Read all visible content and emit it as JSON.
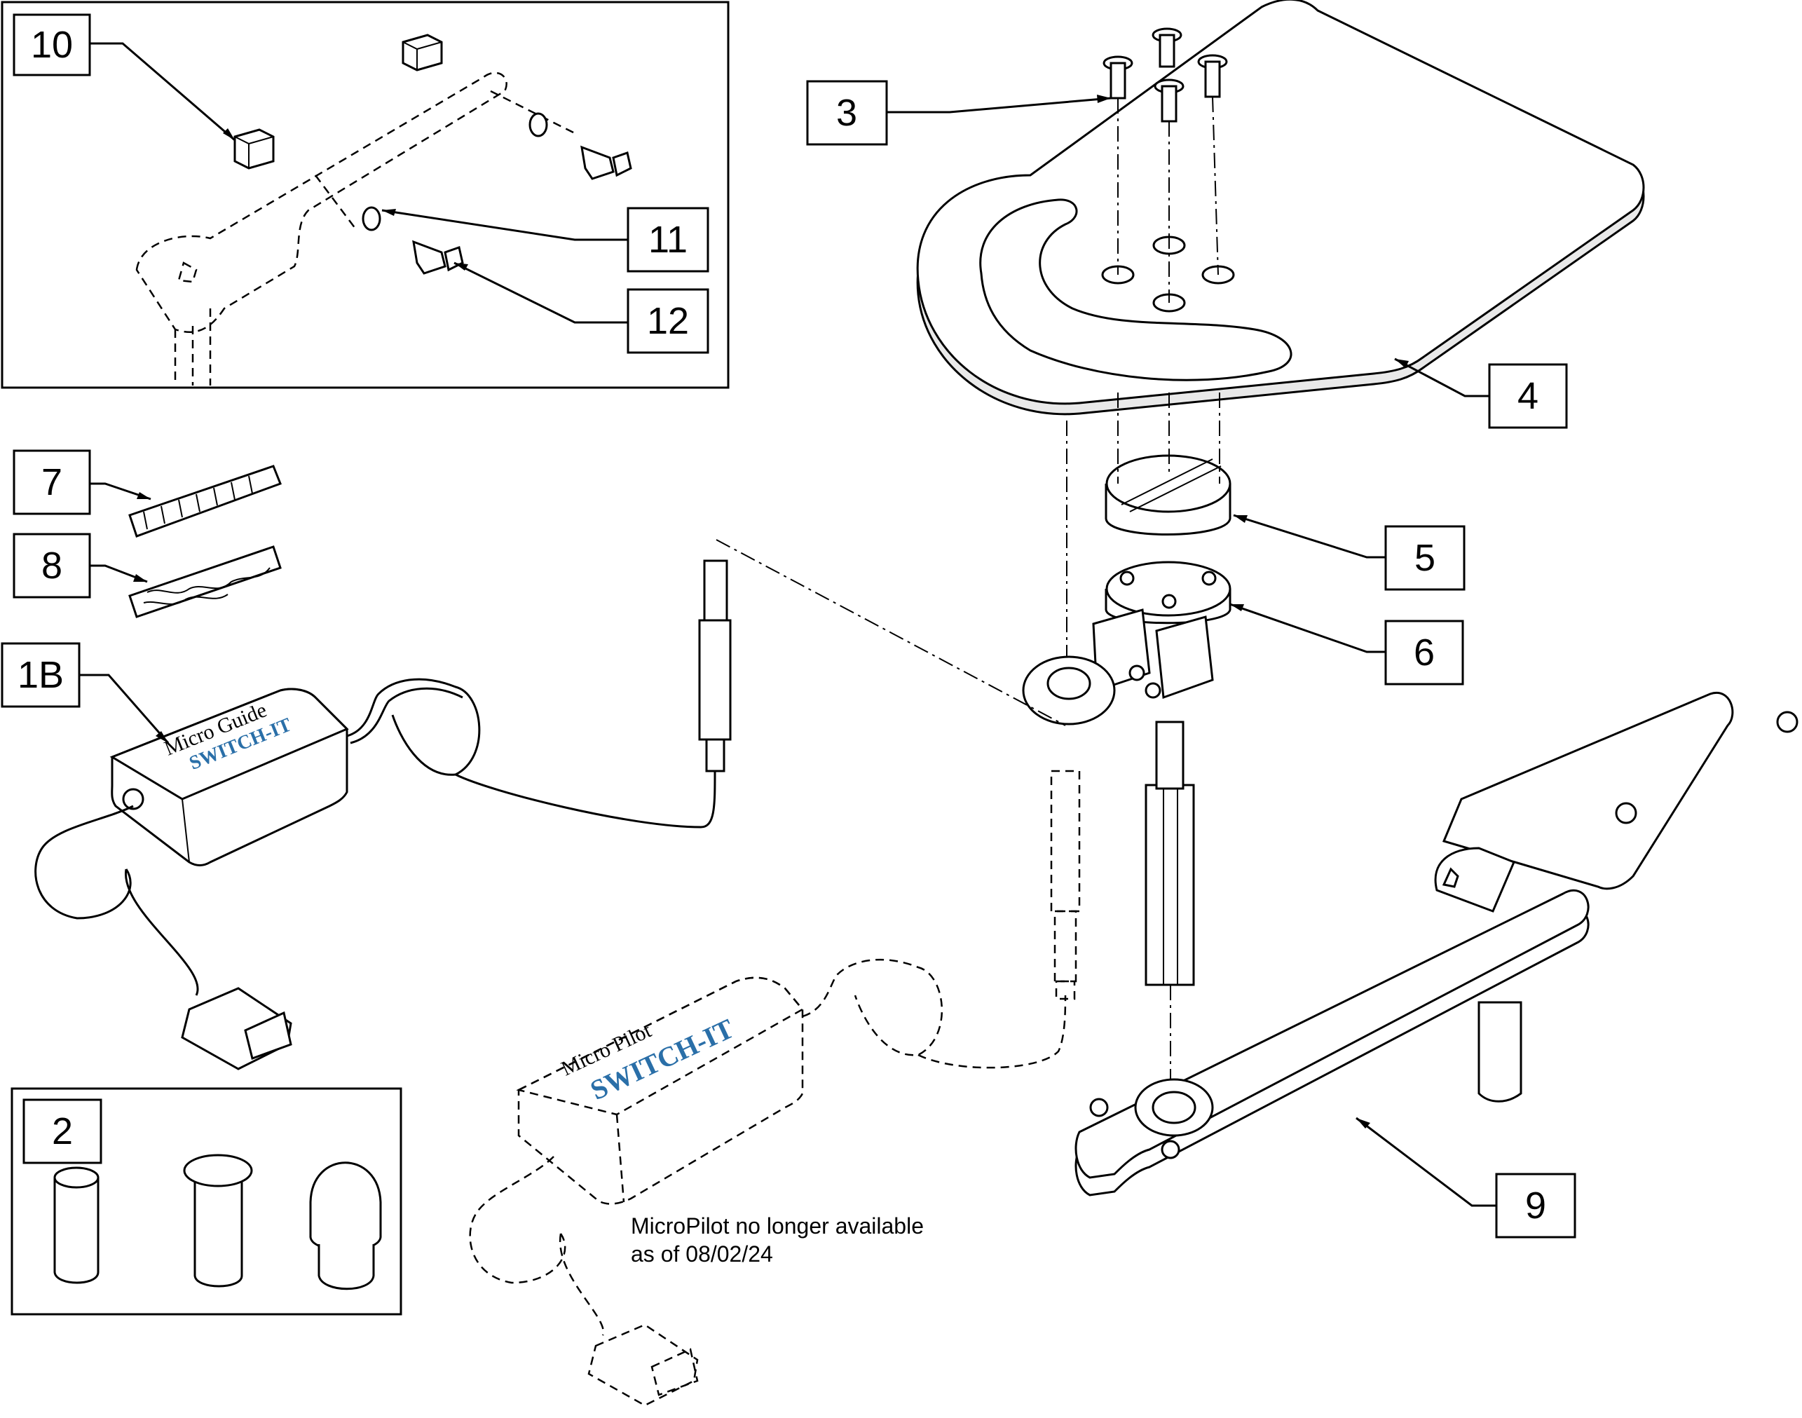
{
  "callouts": {
    "c10": "10",
    "c11": "11",
    "c12": "12",
    "c3": "3",
    "c4": "4",
    "c5": "5",
    "c6": "6",
    "c7": "7",
    "c8": "8",
    "c1b": "1B",
    "c2": "2",
    "c9": "9"
  },
  "devices": {
    "micro_guide_label": "Micro Guide",
    "micro_pilot_label": "Micro Pilot",
    "brand_logo": "SWITCH-IT"
  },
  "note": {
    "line1": "MicroPilot no longer available",
    "line2": "as of 08/02/24"
  },
  "colors": {
    "line": "#000000",
    "logo_blue": "#2a6fa8",
    "tray_shade": "#e9e9e9"
  }
}
